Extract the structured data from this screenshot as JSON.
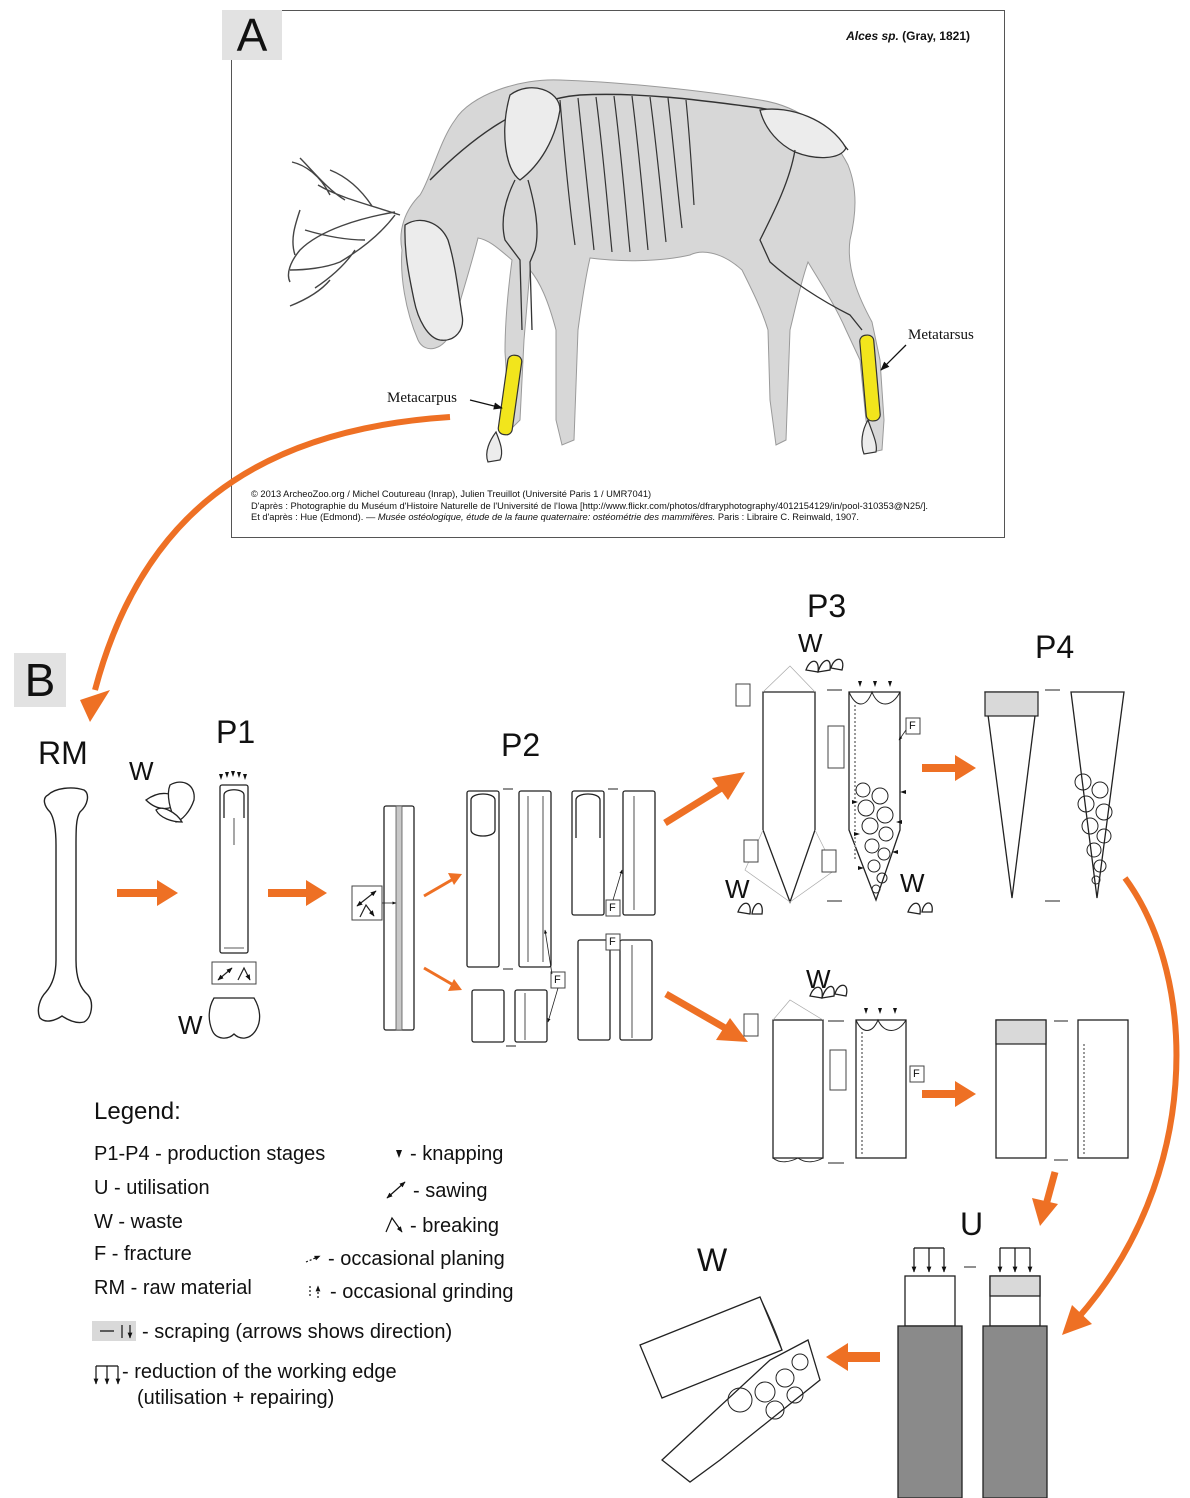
{
  "panel_a": {
    "badge": "A",
    "species_name": "Alces sp.",
    "species_author": "(Gray, 1821)",
    "label_metatarsus": "Metatarsus",
    "label_metacarpus": "Metacarpus",
    "credit_line_1": "© 2013 ArcheoZoo.org / Michel Coutureau (Inrap), Julien Treuillot (Université Paris 1 / UMR7041)",
    "credit_line_2": "D'après : Photographie du Muséum d'Histoire Naturelle de l'Université de l'Iowa [http://www.flickr.com/photos/dfraryphotography/4012154129/in/pool-310353@N25/].",
    "credit_line_3_prefix": "Et d'après : Hue (Edmond). — ",
    "credit_line_3_title": "Musée ostéologique, étude de la faune quaternaire: ostéométrie des mammifères.",
    "credit_line_3_suffix": " Paris : Libraire C. Reinwald, 1907."
  },
  "panel_b": {
    "badge": "B",
    "rm": "RM",
    "p1": "P1",
    "p2": "P2",
    "p3": "P3",
    "p4": "P4",
    "u": "U",
    "w": "W",
    "f": "F"
  },
  "legend": {
    "title": "Legend:",
    "stages": "P1-P4 - production stages",
    "utilisation": "U - utilisation",
    "waste": "W - waste",
    "fracture": "F - fracture",
    "raw_material": "RM - raw material",
    "knapping": "- knapping",
    "sawing": "- sawing",
    "breaking": "- breaking",
    "planing": "- occasional planing",
    "grinding": "- occasional grinding",
    "scraping": "- scraping (arrows shows direction)",
    "reduction_1": "- reduction of the working edge",
    "reduction_2": "(utilisation + repairing)"
  },
  "colors": {
    "arrow": "#ee7024",
    "highlight_bone": "#f2e51c",
    "silhouette": "#d7d7d7",
    "handle": "#8a8a8a",
    "badge_bg": "#e2e2e2"
  }
}
